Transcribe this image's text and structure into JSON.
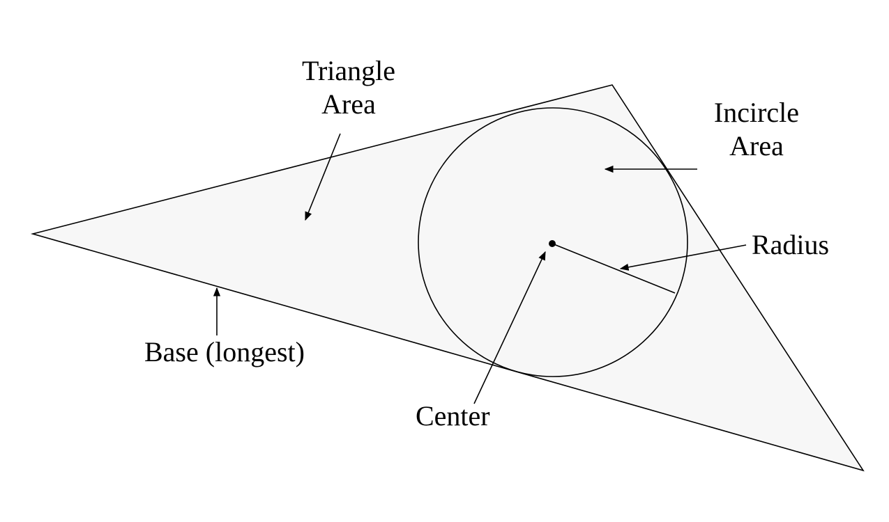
{
  "labels": {
    "triangle_area": [
      "Triangle",
      "Area"
    ],
    "incircle_area": [
      "Incircle",
      "Area"
    ],
    "radius": "Radius",
    "center": "Center",
    "base": "Base (longest)"
  },
  "colors": {
    "fill": "#f7f7f7",
    "stroke": "#000000"
  }
}
